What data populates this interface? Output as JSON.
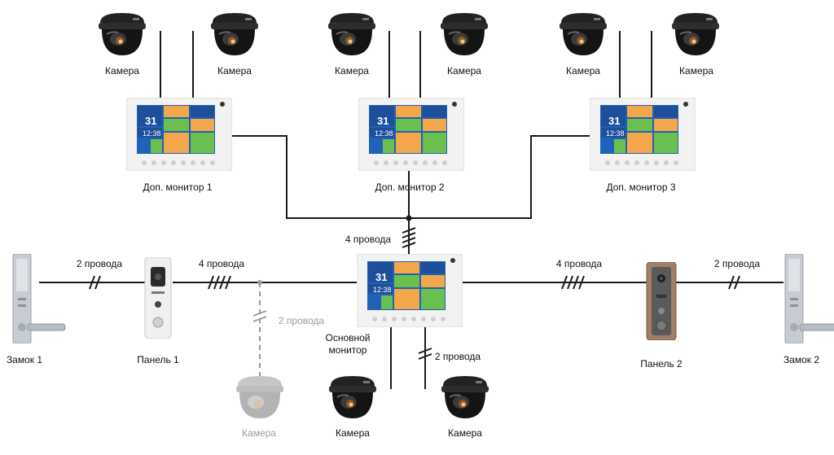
{
  "labels": {
    "cam1": "Камера",
    "cam2": "Камера",
    "cam3": "Камера",
    "cam4": "Камера",
    "cam5": "Камера",
    "cam6": "Камера",
    "cam7": "Камера",
    "cam8": "Камера",
    "cam9": "Камера",
    "mon1": "Доп. монитор 1",
    "mon2": "Доп. монитор 2",
    "mon3": "Доп. монитор 3",
    "main_line1": "Основной",
    "main_line2": "монитор",
    "lock1": "Замок 1",
    "lock2": "Замок 2",
    "panel1": "Панель 1",
    "panel2": "Панель 2"
  },
  "wires": {
    "w_top": "4 провода",
    "w_lock1": "2 провода",
    "w_panel1": "4 провода",
    "w_cam_opt": "2 провода",
    "w_main_cam": "2 провода",
    "w_panel2": "4 провода",
    "w_lock2": "2 провода"
  },
  "screen": {
    "date": "31",
    "time": "12:38"
  },
  "colors": {
    "wire": "#1a1a1a",
    "optional_wire": "#9a9a9a",
    "screen_blue": "#1f62b8",
    "tile_orange": "#f3a64a",
    "tile_green": "#6bbf4e",
    "tile_dark_blue": "#1d4f9a",
    "monitor_body": "#f1f1f1",
    "camera_dome": "#1b1b1b",
    "camera_faded": "#b9b9b9"
  }
}
